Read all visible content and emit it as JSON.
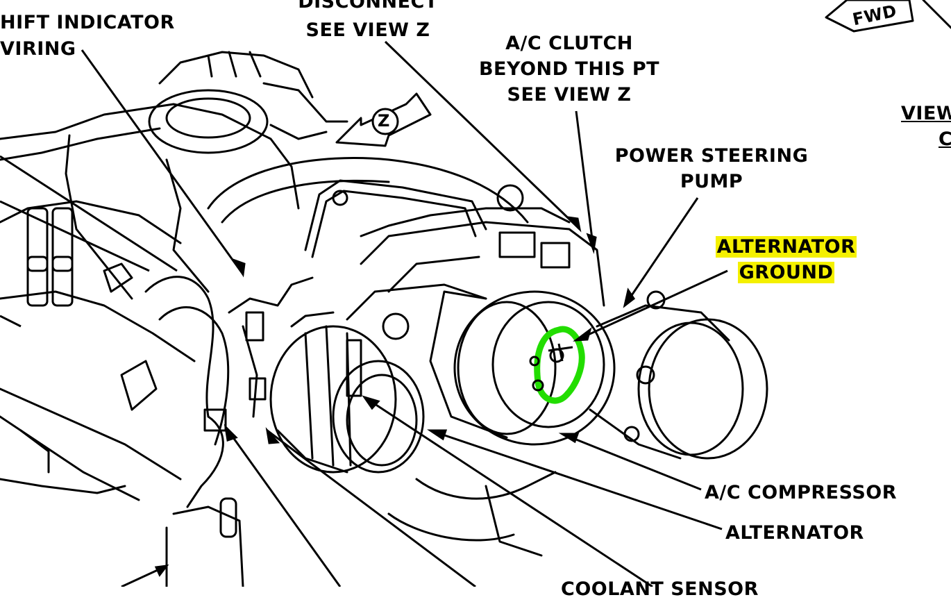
{
  "labels": {
    "shift_indicator_1": "HIFT INDICATOR",
    "shift_indicator_2": "VIRING",
    "disconnect_1": "DISCONNECT",
    "disconnect_2": "SEE VIEW Z",
    "ac_clutch_1": "A/C CLUTCH",
    "ac_clutch_2": "BEYOND THIS PT",
    "ac_clutch_3": "SEE VIEW Z",
    "ps_pump_1": "POWER STEERING",
    "ps_pump_2": "PUMP",
    "alt_ground_1": "ALTERNATOR",
    "alt_ground_2": "GROUND",
    "ac_compressor": "A/C COMPRESSOR",
    "alternator": "ALTERNATOR",
    "coolant_sensor": "COOLANT SENSOR",
    "view_1": "VIEW",
    "view_2": "C",
    "fwd": "FWD",
    "z_marker": "Z"
  },
  "colors": {
    "line": "#000000",
    "highlight_text": "#f4f000",
    "highlight_ground": "#22dd00"
  }
}
